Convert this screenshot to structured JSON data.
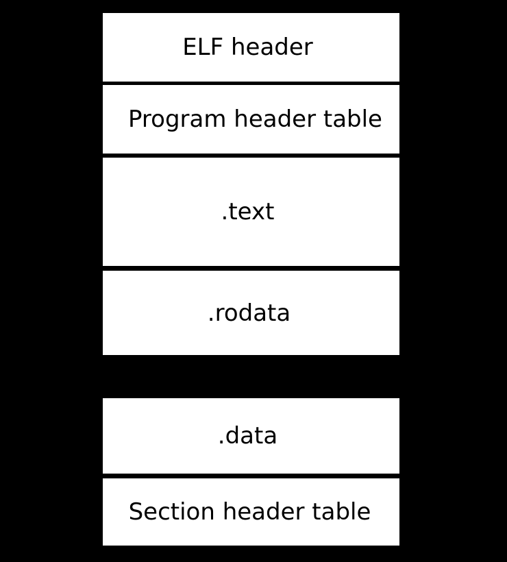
{
  "diagram": {
    "blocks": [
      {
        "label": "ELF header"
      },
      {
        "label": "Program header table"
      },
      {
        "label": ".text"
      },
      {
        "label": ".rodata"
      },
      {
        "label": ".data"
      },
      {
        "label": "Section header table"
      }
    ]
  },
  "colors": {
    "background": "#000000",
    "block_fill": "#ffffff",
    "text": "#000000"
  }
}
